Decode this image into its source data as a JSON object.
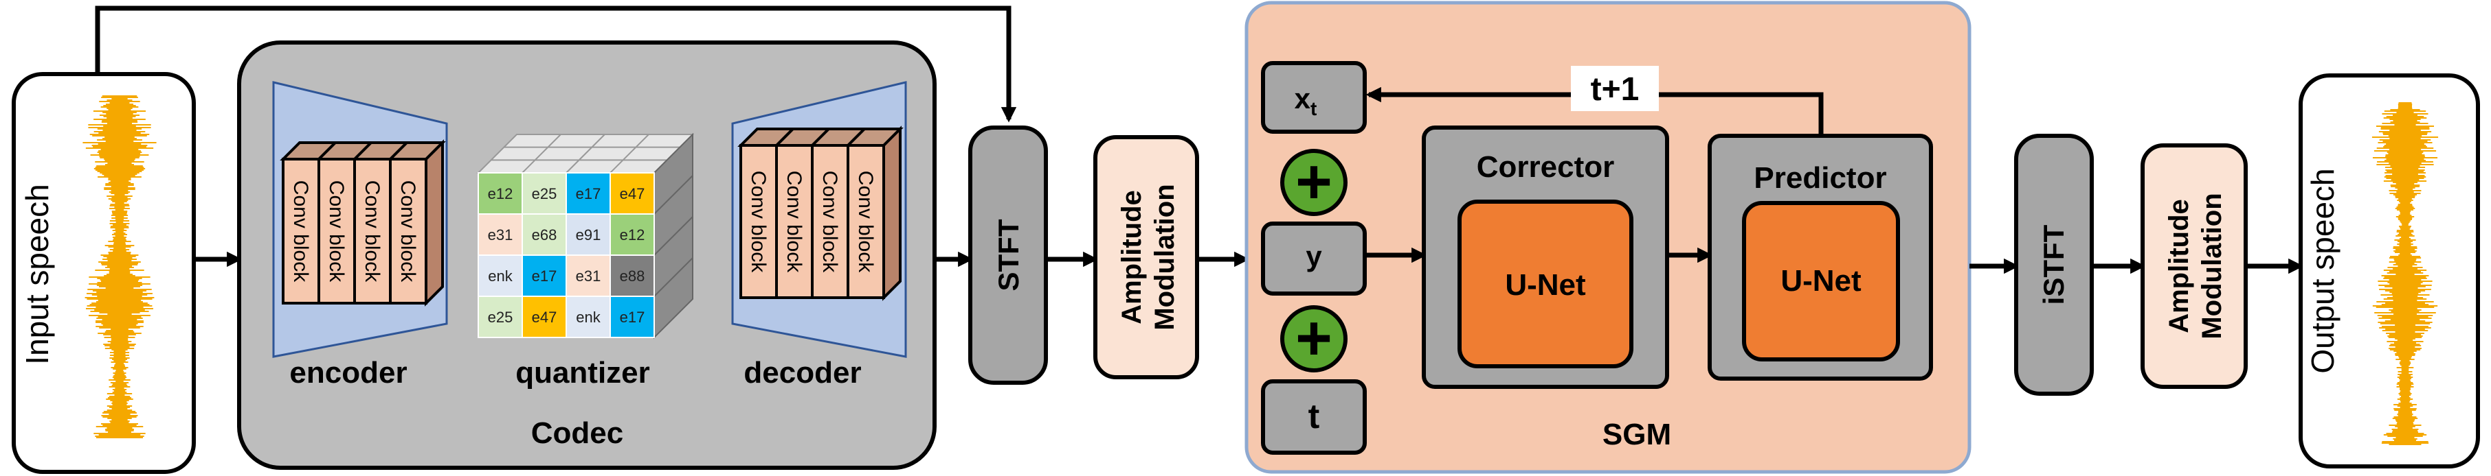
{
  "diagram": {
    "input": {
      "label": "Input speech"
    },
    "output": {
      "label": "Output speech"
    },
    "codec": {
      "label": "Codec",
      "encoder": {
        "label": "encoder",
        "blocks": [
          "Conv block",
          "Conv block",
          "Conv block",
          "Conv block"
        ]
      },
      "quantizer": {
        "label": "quantizer",
        "rows": [
          [
            "e12",
            "e25",
            "e17",
            "e47"
          ],
          [
            "e31",
            "e68",
            "e91",
            "e12"
          ],
          [
            "enk",
            "e17",
            "e31",
            "e88"
          ],
          [
            "e25",
            "e47",
            "enk",
            "e17"
          ]
        ]
      },
      "decoder": {
        "label": "decoder",
        "blocks": [
          "Conv block",
          "Conv block",
          "Conv block",
          "Conv block"
        ]
      }
    },
    "stft": {
      "label": "STFT"
    },
    "amp_mod_1": {
      "line1": "Amplitude",
      "line2": "Modulation"
    },
    "sgm": {
      "label": "SGM",
      "xt": {
        "base": "x",
        "sub": "t"
      },
      "y": {
        "label": "y"
      },
      "t": {
        "label": "t"
      },
      "plus_1": "+",
      "plus_2": "+",
      "feedback_label": "t+1",
      "corrector": {
        "label": "Corrector",
        "inner": "U-Net"
      },
      "predictor": {
        "label": "Predictor",
        "inner": "U-Net"
      }
    },
    "istft": {
      "label": "iSTFT"
    },
    "amp_mod_2": {
      "line1": "Amplitude",
      "line2": "Modulation"
    }
  },
  "colors": {
    "codec_bg": "#bdbdbd",
    "sgm_bg": "#f6c8ae",
    "sgm_border": "#8ea9d0",
    "unet": "#ef7d32",
    "inner_box": "#a6a6a6",
    "amp_bg": "#fbe3d4",
    "waveform": "#f5a800",
    "conv_block": "#f6c8ae",
    "funnel": "#b4c7e7",
    "plus_green": "#5aa62f"
  }
}
